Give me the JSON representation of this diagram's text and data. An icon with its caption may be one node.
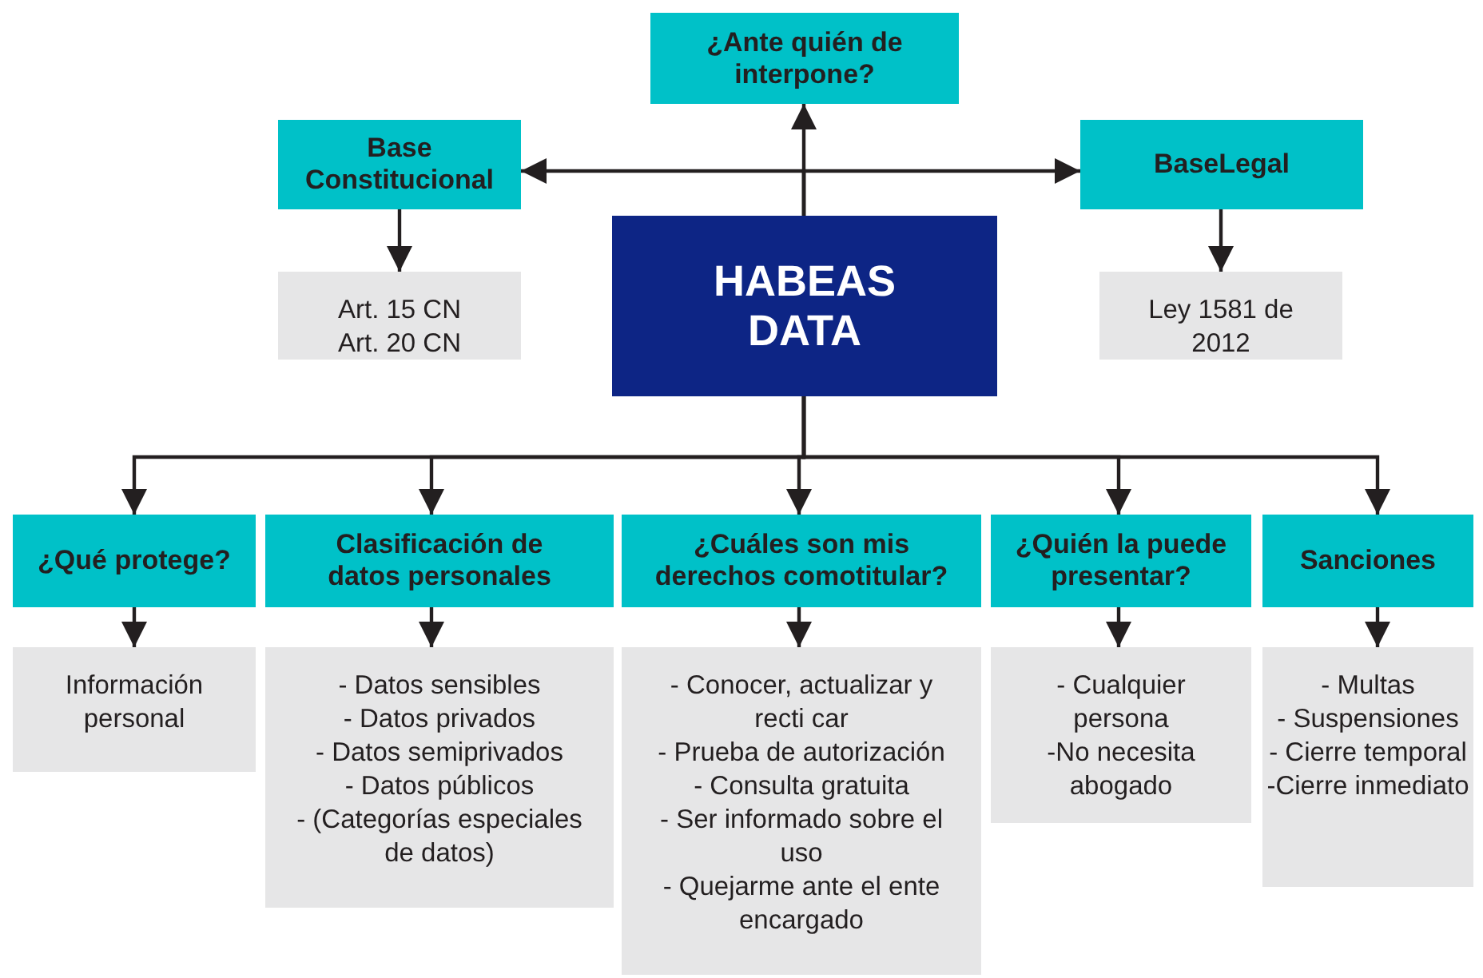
{
  "diagram": {
    "nodes": [
      {
        "text": [
          "HABEAS DATA"
        ]
      },
      {
        "text": [
          "¿Ante quién de interpone?"
        ]
      },
      {
        "text": [
          "Base Constitucional"
        ]
      },
      {
        "text": [
          "BaseLegal"
        ]
      },
      {
        "text": [
          "Art. 15 CN",
          "Art. 20 CN"
        ]
      },
      {
        "text": [
          "Ley 1581 de 2012"
        ]
      },
      {
        "text": [
          "¿Qué protege?"
        ]
      },
      {
        "text": [
          "Clasificación de datos personales"
        ]
      },
      {
        "text": [
          "¿Cuáles son mis derechos comotitular?"
        ]
      },
      {
        "text": [
          "¿Quién la puede presentar?"
        ]
      },
      {
        "text": [
          "Sanciones"
        ]
      },
      {
        "text": [
          "Información personal"
        ]
      },
      {
        "text": [
          "- Datos sensibles",
          "- Datos privados",
          "- Datos semiprivados",
          "- Datos públicos",
          "- (Categorías especiales de datos)"
        ]
      },
      {
        "text": [
          "- Conocer, actualizar y recti car",
          "- Prueba de autorización",
          "- Consulta gratuita",
          "- Ser informado sobre el uso",
          "- Quejarme ante el ente encargado"
        ]
      },
      {
        "text": [
          "- Cualquier persona",
          "-No necesita abogado"
        ]
      },
      {
        "text": [
          "- Multas",
          "- Suspensiones",
          "- Cierre temporal",
          "-Cierre inmediato"
        ]
      }
    ],
    "edges": [
      {
        "from": 0,
        "to": 1,
        "arrow": "to"
      },
      {
        "from": 0,
        "to": 2,
        "arrow": "to"
      },
      {
        "from": 0,
        "to": 3,
        "arrow": "to"
      },
      {
        "from": 2,
        "to": 4,
        "arrow": "to"
      },
      {
        "from": 3,
        "to": 5,
        "arrow": "to"
      },
      {
        "from": 0,
        "to": 6,
        "arrow": "to"
      },
      {
        "from": 0,
        "to": 7,
        "arrow": "to"
      },
      {
        "from": 0,
        "to": 8,
        "arrow": "to"
      },
      {
        "from": 0,
        "to": 9,
        "arrow": "to"
      },
      {
        "from": 0,
        "to": 10,
        "arrow": "to"
      },
      {
        "from": 6,
        "to": 11,
        "arrow": "to"
      },
      {
        "from": 7,
        "to": 12,
        "arrow": "to"
      },
      {
        "from": 8,
        "to": 13,
        "arrow": "to"
      },
      {
        "from": 9,
        "to": 14,
        "arrow": "to"
      },
      {
        "from": 10,
        "to": 15,
        "arrow": "to"
      }
    ]
  }
}
